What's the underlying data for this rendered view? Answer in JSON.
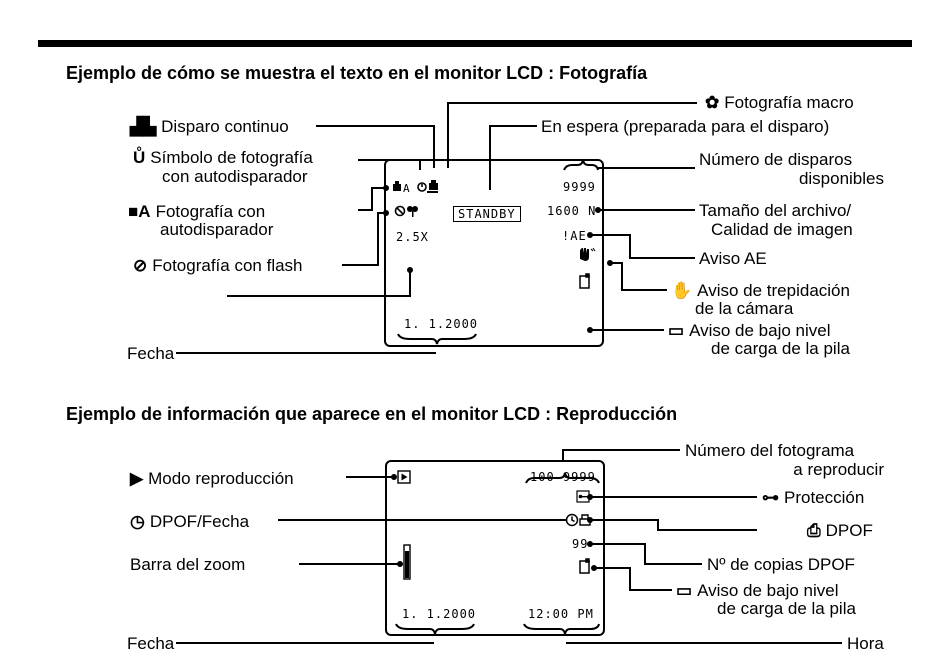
{
  "sections": {
    "shooting_title": "Ejemplo de cómo se muestra el texto en el monitor LCD : Fotografía",
    "playback_title": "Ejemplo de información que aparece en el monitor LCD : Reproducción"
  },
  "shooting": {
    "icons": {
      "continuous": "continuous-shooting-icon",
      "self_timer": "self-timer-icon",
      "self_timer_auto": "self-timer-auto-icon",
      "flash_off": "flash-off-icon",
      "macro": "macro-icon",
      "camera_shake": "camera-shake-icon",
      "battery": "battery-icon"
    },
    "labels": {
      "continuous": "Disparo continuo",
      "self_timer_1": "Símbolo de fotografía",
      "self_timer_2": "con autodisparador",
      "self_timer_auto_prefix": "A",
      "self_timer_auto_1": "Fotografía con",
      "self_timer_auto_2": "autodisparador",
      "flash_off": "Fotografía con flash",
      "date": "Fecha",
      "macro": "Fotografía macro",
      "standby": "En espera (preparada para el disparo)",
      "shots_1": "Número de disparos",
      "shots_2": "disponibles",
      "filesize_1": "Tamaño del archivo/",
      "filesize_2": "Calidad de imagen",
      "ae": "Aviso AE",
      "shake_1": "Aviso de trepidación",
      "shake_2": "de la cámara",
      "battery_1": "Aviso de bajo nivel",
      "battery_2": "de carga de la pila"
    },
    "lcd": {
      "self_timer_auto": "A",
      "standby": "STANDBY",
      "shots": "9999",
      "filesize": "1600 N",
      "zoom": "2.5X",
      "ae": "!AE",
      "date": "1. 1.2000"
    }
  },
  "playback": {
    "icons": {
      "play": "play-mode-icon",
      "clock": "clock-icon",
      "protect": "protect-key-icon",
      "dpof": "dpof-print-icon",
      "battery": "battery-icon"
    },
    "labels": {
      "play_mode": "Modo reproducción",
      "dpof_date": "DPOF/Fecha",
      "zoom_bar": "Barra del zoom",
      "date": "Fecha",
      "frame_1": "Número del fotograma",
      "frame_2": "a reproducir",
      "protect": "Protección",
      "dpof": "DPOF",
      "copies": "Nº de copias DPOF",
      "battery_1": "Aviso de bajo nivel",
      "battery_2": "de carga de la pila",
      "time": "Hora"
    },
    "lcd": {
      "frame": "100-9999",
      "copies": "99",
      "date": "1. 1.2000",
      "time": "12:00 PM"
    }
  }
}
